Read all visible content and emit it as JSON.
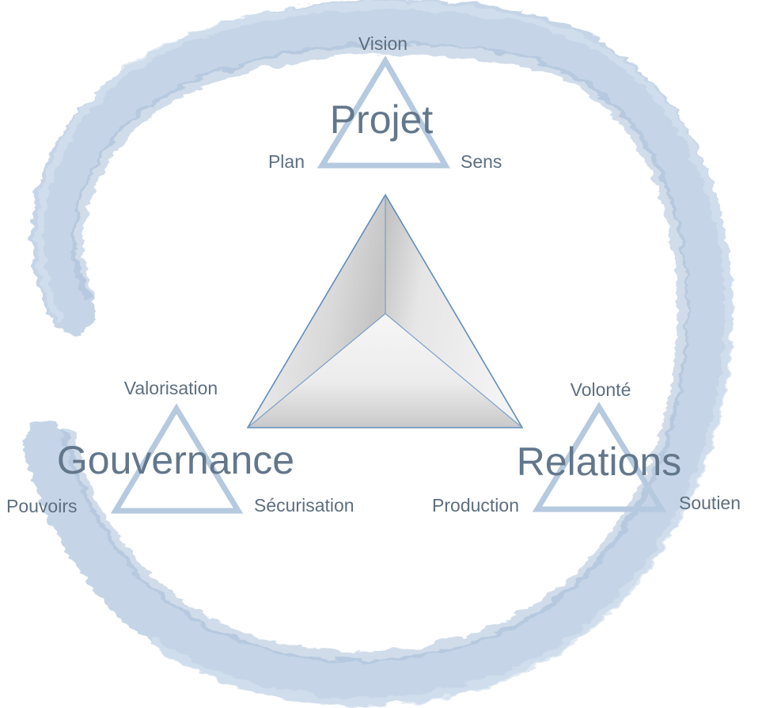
{
  "colors": {
    "ring": "#c2d3e6",
    "ring_dark": "#a9c0d9",
    "small_triangle_stroke": "#b5c9df",
    "text": "#5e6f80",
    "title_text": "#63778b",
    "center_edge": "#5f8dbd"
  },
  "groups": {
    "projet": {
      "title": "Projet",
      "top": "Vision",
      "left": "Plan",
      "right": "Sens"
    },
    "gouvernance": {
      "title": "Gouvernance",
      "top": "Valorisation",
      "left": "Pouvoirs",
      "right": "Sécurisation"
    },
    "relations": {
      "title": "Relations",
      "top": "Volonté",
      "left": "Production",
      "right": "Soutien"
    }
  }
}
